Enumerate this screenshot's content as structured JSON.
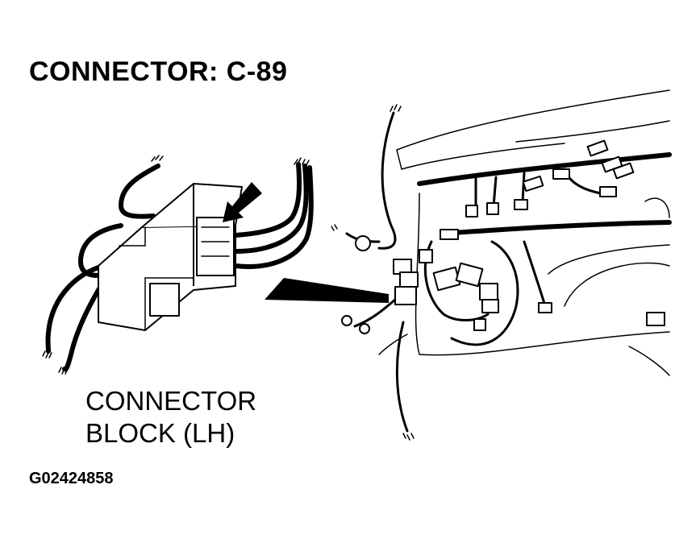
{
  "header": {
    "title": "CONNECTOR: C-89"
  },
  "callout": {
    "line1": "CONNECTOR",
    "line2": "BLOCK (LH)"
  },
  "figure": {
    "id": "G02424858"
  },
  "colors": {
    "ink": "#000000",
    "paper": "#ffffff"
  }
}
